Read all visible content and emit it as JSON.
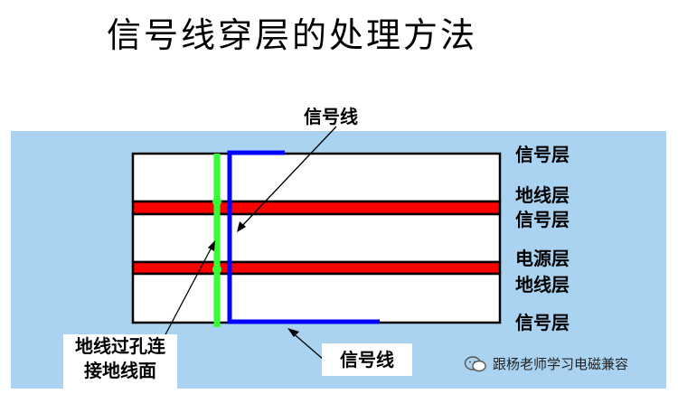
{
  "title": "信号线穿层的处理方法",
  "callouts": {
    "top_signal_line": "信号线",
    "bottom_signal_line": "信号线",
    "via_line1": "地线过孔连",
    "via_line2": "接地线面"
  },
  "layers": [
    "信号层",
    "地线层",
    "信号层",
    "电源层",
    "地线层",
    "信号层"
  ],
  "watermark": "跟杨老师学习电磁兼容",
  "colors": {
    "background_panel": "#a9d3f1",
    "plane_red": "#ff0000",
    "signal_blue": "#0000ff",
    "via_green": "#33ff33"
  }
}
